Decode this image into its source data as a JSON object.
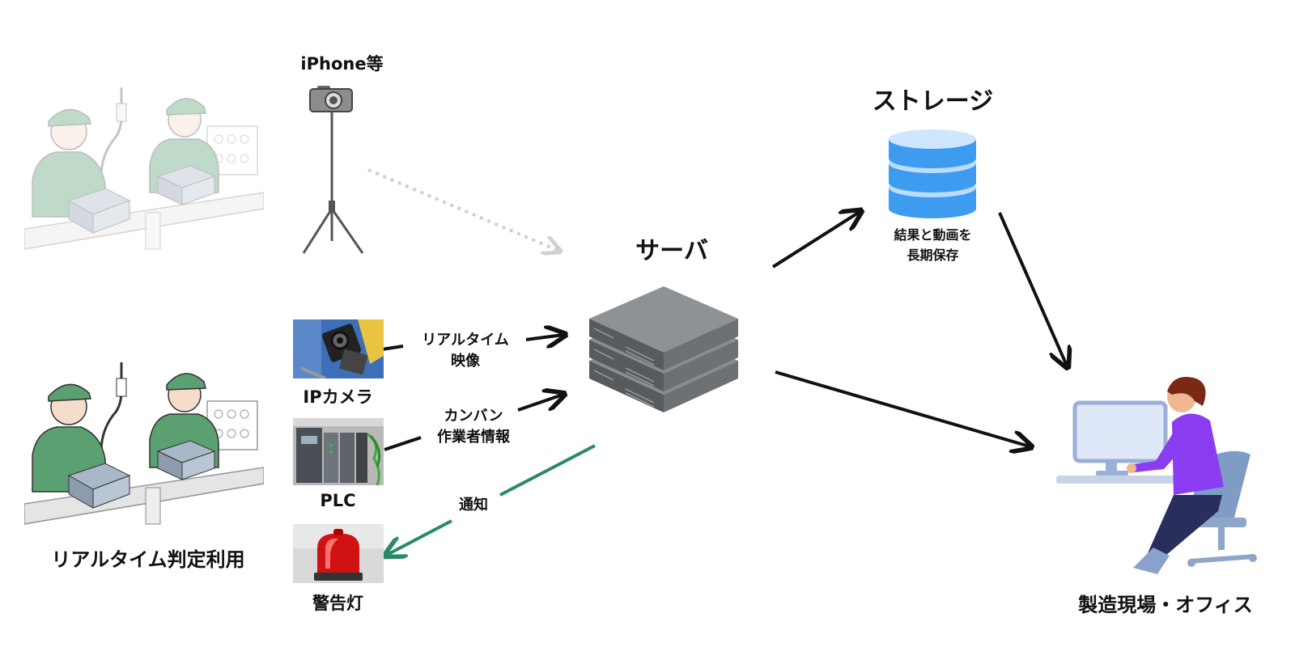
{
  "labels": {
    "iphone": "iPhone等",
    "storage": "ストレージ",
    "storage_desc_1": "結果と動画を",
    "storage_desc_2": "長期保存",
    "server": "サーバ",
    "realtime_video_1": "リアルタイム",
    "realtime_video_2": "映像",
    "ip_camera": "IPカメラ",
    "kanban_1": "カンバン",
    "kanban_2": "作業者情報",
    "plc": "PLC",
    "notify": "通知",
    "warning_light": "警告灯",
    "realtime_judgment": "リアルタイム判定利用",
    "site_office": "製造現場・オフィス"
  },
  "colors": {
    "arrow_black": "#111111",
    "arrow_dotted": "#d0d0d0",
    "arrow_notify": "#2a8a68",
    "worker_green": "#5aa070",
    "server_gray": "#6e7174",
    "storage_blue": "#3d9cf0",
    "person_shirt": "#8a3cf0"
  },
  "icons": {
    "factory_top": "factory-workers-illustration",
    "factory_bottom": "factory-workers-illustration",
    "camera": "camera-on-tripod-icon",
    "ipcam": "ip-camera-photo",
    "plc": "plc-photo",
    "warning": "warning-light-photo",
    "server": "server-rack-icon",
    "storage": "database-icon",
    "person": "person-at-computer-illustration"
  }
}
